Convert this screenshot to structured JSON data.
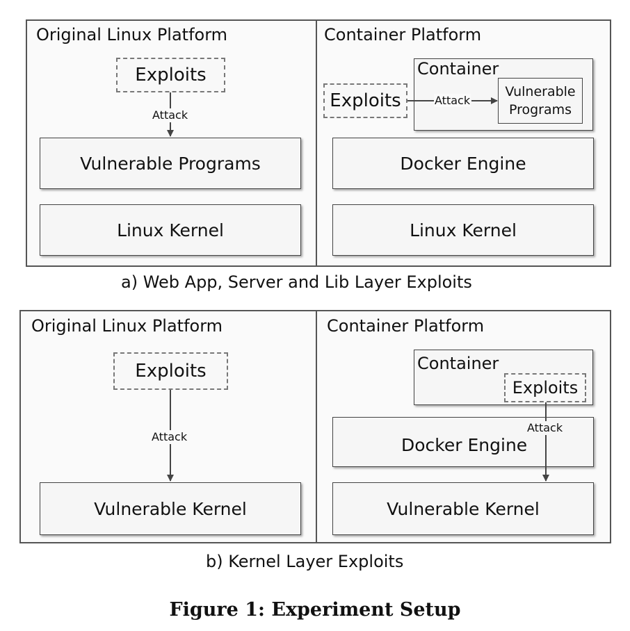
{
  "panel_a": {
    "left": {
      "title": "Original Linux Platform",
      "exploits": "Exploits",
      "attack": "Attack",
      "vulnerable_programs": "Vulnerable Programs",
      "linux_kernel": "Linux Kernel"
    },
    "right": {
      "title": "Container Platform",
      "container": "Container",
      "exploits": "Exploits",
      "attack": "Attack",
      "vulnerable_programs_line1": "Vulnerable",
      "vulnerable_programs_line2": "Programs",
      "docker_engine": "Docker Engine",
      "linux_kernel": "Linux Kernel"
    },
    "caption": "a) Web App, Server and Lib Layer Exploits"
  },
  "panel_b": {
    "left": {
      "title": "Original Linux Platform",
      "exploits": "Exploits",
      "attack": "Attack",
      "vulnerable_kernel": "Vulnerable Kernel"
    },
    "right": {
      "title": "Container Platform",
      "container": "Container",
      "exploits": "Exploits",
      "attack": "Attack",
      "docker_engine": "Docker Engine",
      "vulnerable_kernel": "Vulnerable Kernel"
    },
    "caption": "b)  Kernel Layer Exploits"
  },
  "figure_caption": "Figure 1: Experiment Setup"
}
